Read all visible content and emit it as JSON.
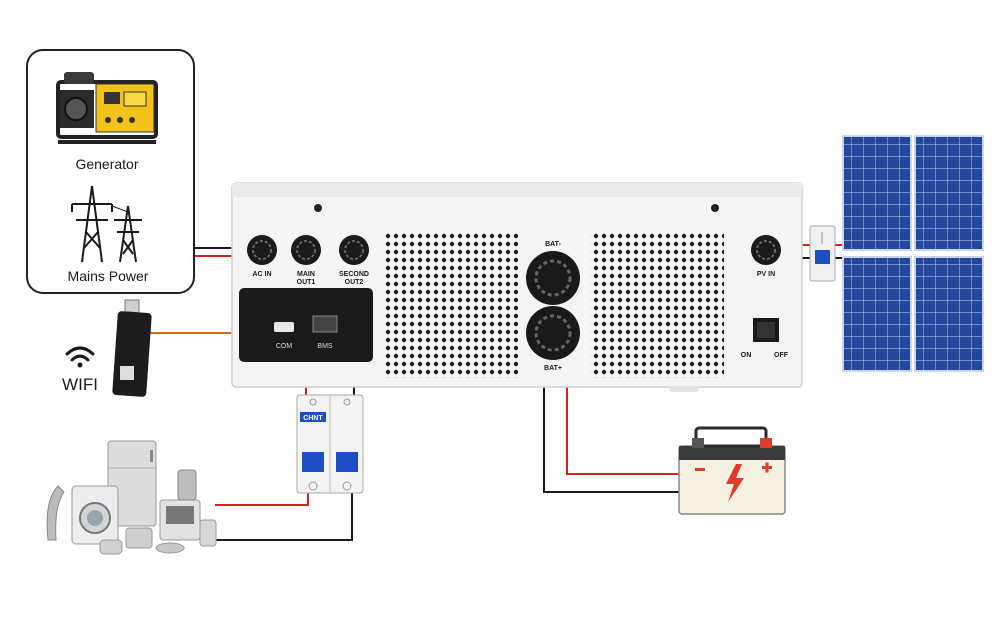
{
  "sources": {
    "generator_label": "Generator",
    "mains_label": "Mains Power"
  },
  "wifi": {
    "label": "WIFI"
  },
  "inverter": {
    "ports": {
      "ac_in": "AC IN",
      "main_out_line1": "MAIN",
      "main_out_line2": "OUT1",
      "second_out_line1": "SECOND",
      "second_out_line2": "OUT2",
      "pv_in": "PV IN",
      "bat_minus": "BAT-",
      "bat_plus": "BAT+",
      "com": "COM",
      "bms": "BMS"
    },
    "switch": {
      "on": "ON",
      "off": "OFF"
    }
  },
  "breaker": {
    "brand": "CHNT"
  },
  "colors": {
    "wire_red": "#d8231b",
    "wire_black": "#1a1a1a",
    "wire_orange": "#e0661f",
    "inverter_body": "#f4f4f4",
    "panel_blue": "#1f3f8f",
    "breaker_blue": "#1f4fc4",
    "battery_red": "#e03a2a",
    "generator_yellow": "#f2c21a"
  },
  "icons": [
    "generator-icon",
    "transmission-tower-icon",
    "wifi-icon",
    "usb-dongle-icon",
    "solar-panel-icon",
    "battery-icon",
    "appliances-icon",
    "circuit-breaker-icon"
  ]
}
